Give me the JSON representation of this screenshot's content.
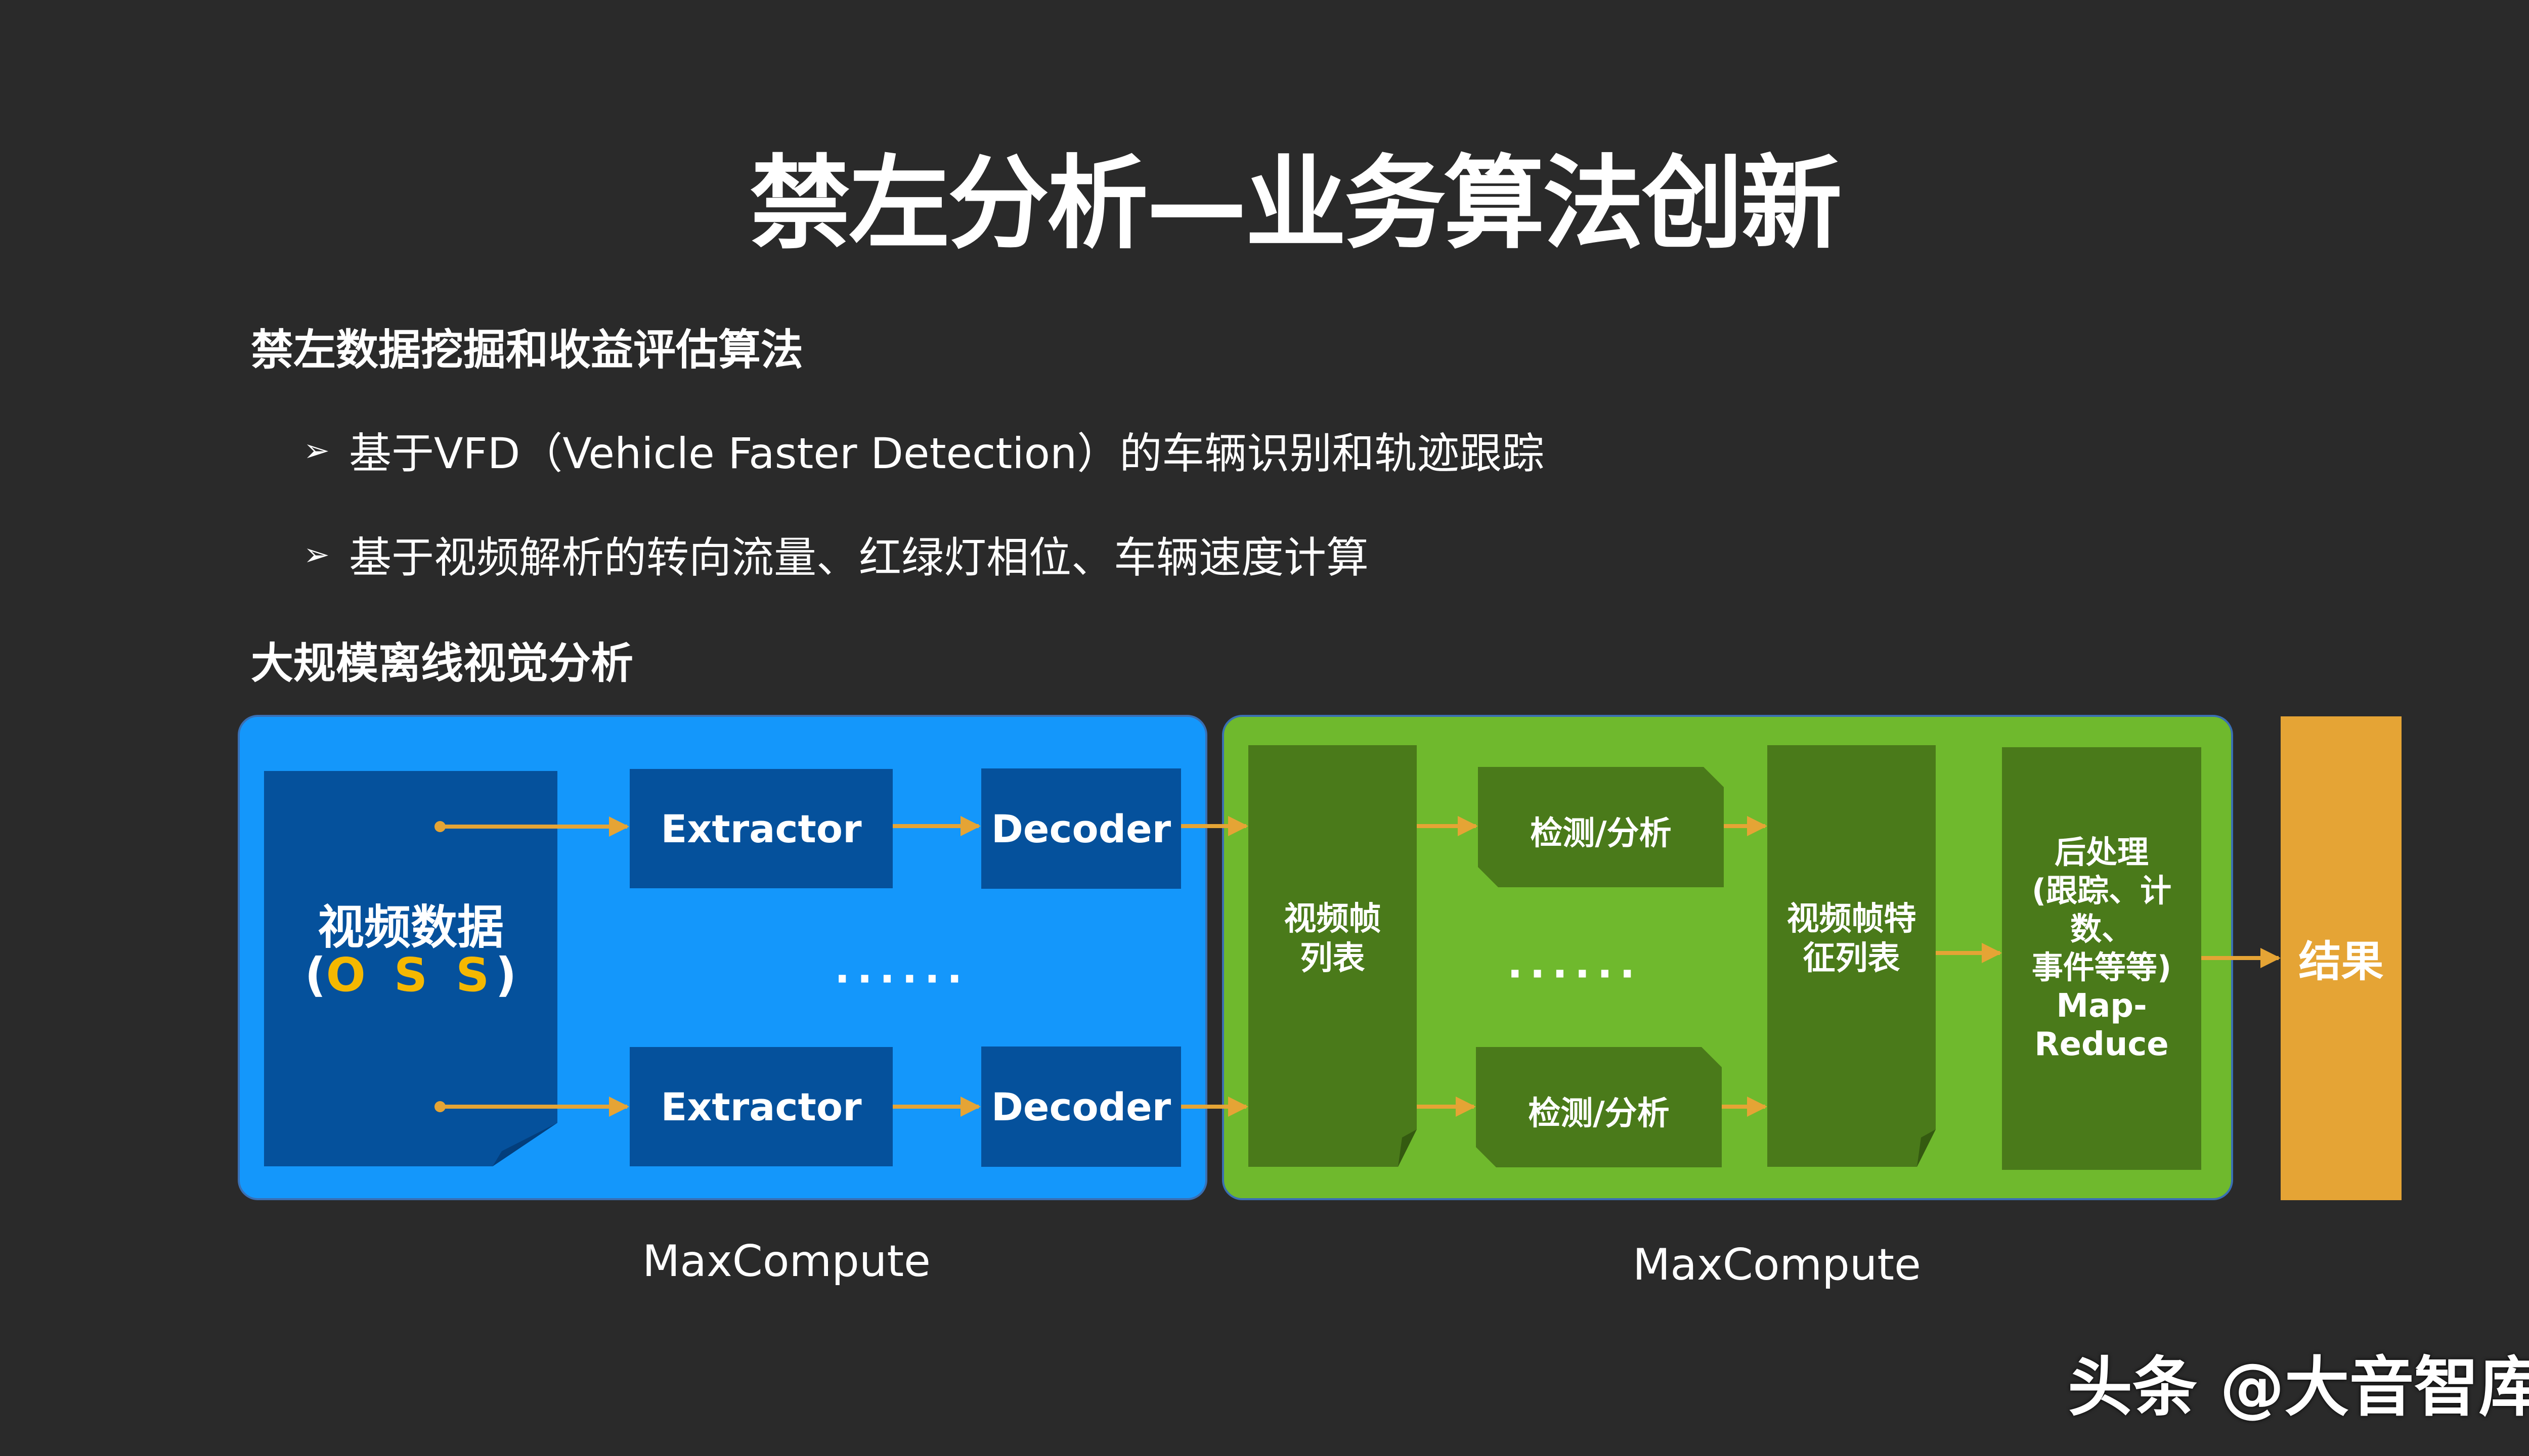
{
  "title": "禁左分析—业务算法创新",
  "section1": {
    "heading": "禁左数据挖掘和收益评估算法",
    "bullets": [
      "基于VFD（Vehicle Faster Detection）的车辆识别和轨迹跟踪",
      "基于视频解析的转向流量、红绿灯相位、车辆速度计算"
    ],
    "bullet_icon": "arrowhead-bullet-icon"
  },
  "section2": {
    "heading": "大规模离线视觉分析"
  },
  "diagram": {
    "blue_stage": {
      "source_label": "视频数据",
      "source_sub_open": "(",
      "source_sub": "O S S",
      "source_sub_close": ")",
      "rows": [
        {
          "extractor": "Extractor",
          "decoder": "Decoder"
        },
        {
          "extractor": "Extractor",
          "decoder": "Decoder"
        }
      ],
      "ellipsis": "······",
      "caption": "MaxCompute"
    },
    "green_stage": {
      "frame_list": [
        "视频帧",
        "列表"
      ],
      "detect_rows": [
        "检测/分析",
        "检测/分析"
      ],
      "ellipsis": "······",
      "feature_list": [
        "视频帧特",
        "征列表"
      ],
      "post_process": [
        "后处理",
        "(跟踪、计数、",
        "事件等等)",
        "Map-Reduce"
      ],
      "caption": "MaxCompute"
    },
    "result": "结果",
    "colors": {
      "background": "#2a2a2a",
      "blue_stage": "#1497fb",
      "blue_block": "#05519c",
      "green_stage": "#6fb92d",
      "green_block": "#4a7a1a",
      "result": "#e5a435",
      "arrow": "#e5a435",
      "oss_highlight": "#f5b800"
    }
  },
  "watermark": "头条 @大音智库"
}
